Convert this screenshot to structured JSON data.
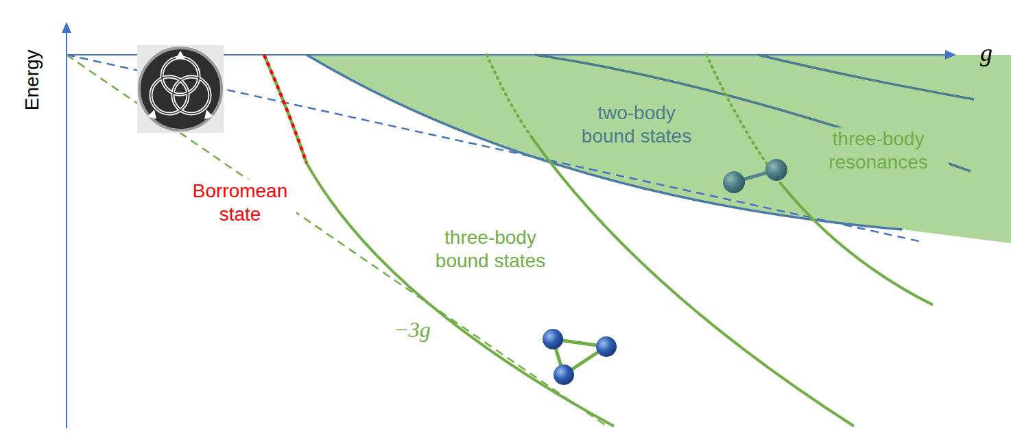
{
  "diagram": {
    "labels": [
      "Energy",
      "g",
      "Borromean state",
      "two-body bound states",
      "three-body resonances",
      "three-body bound states",
      "−3g"
    ]
  }
}
